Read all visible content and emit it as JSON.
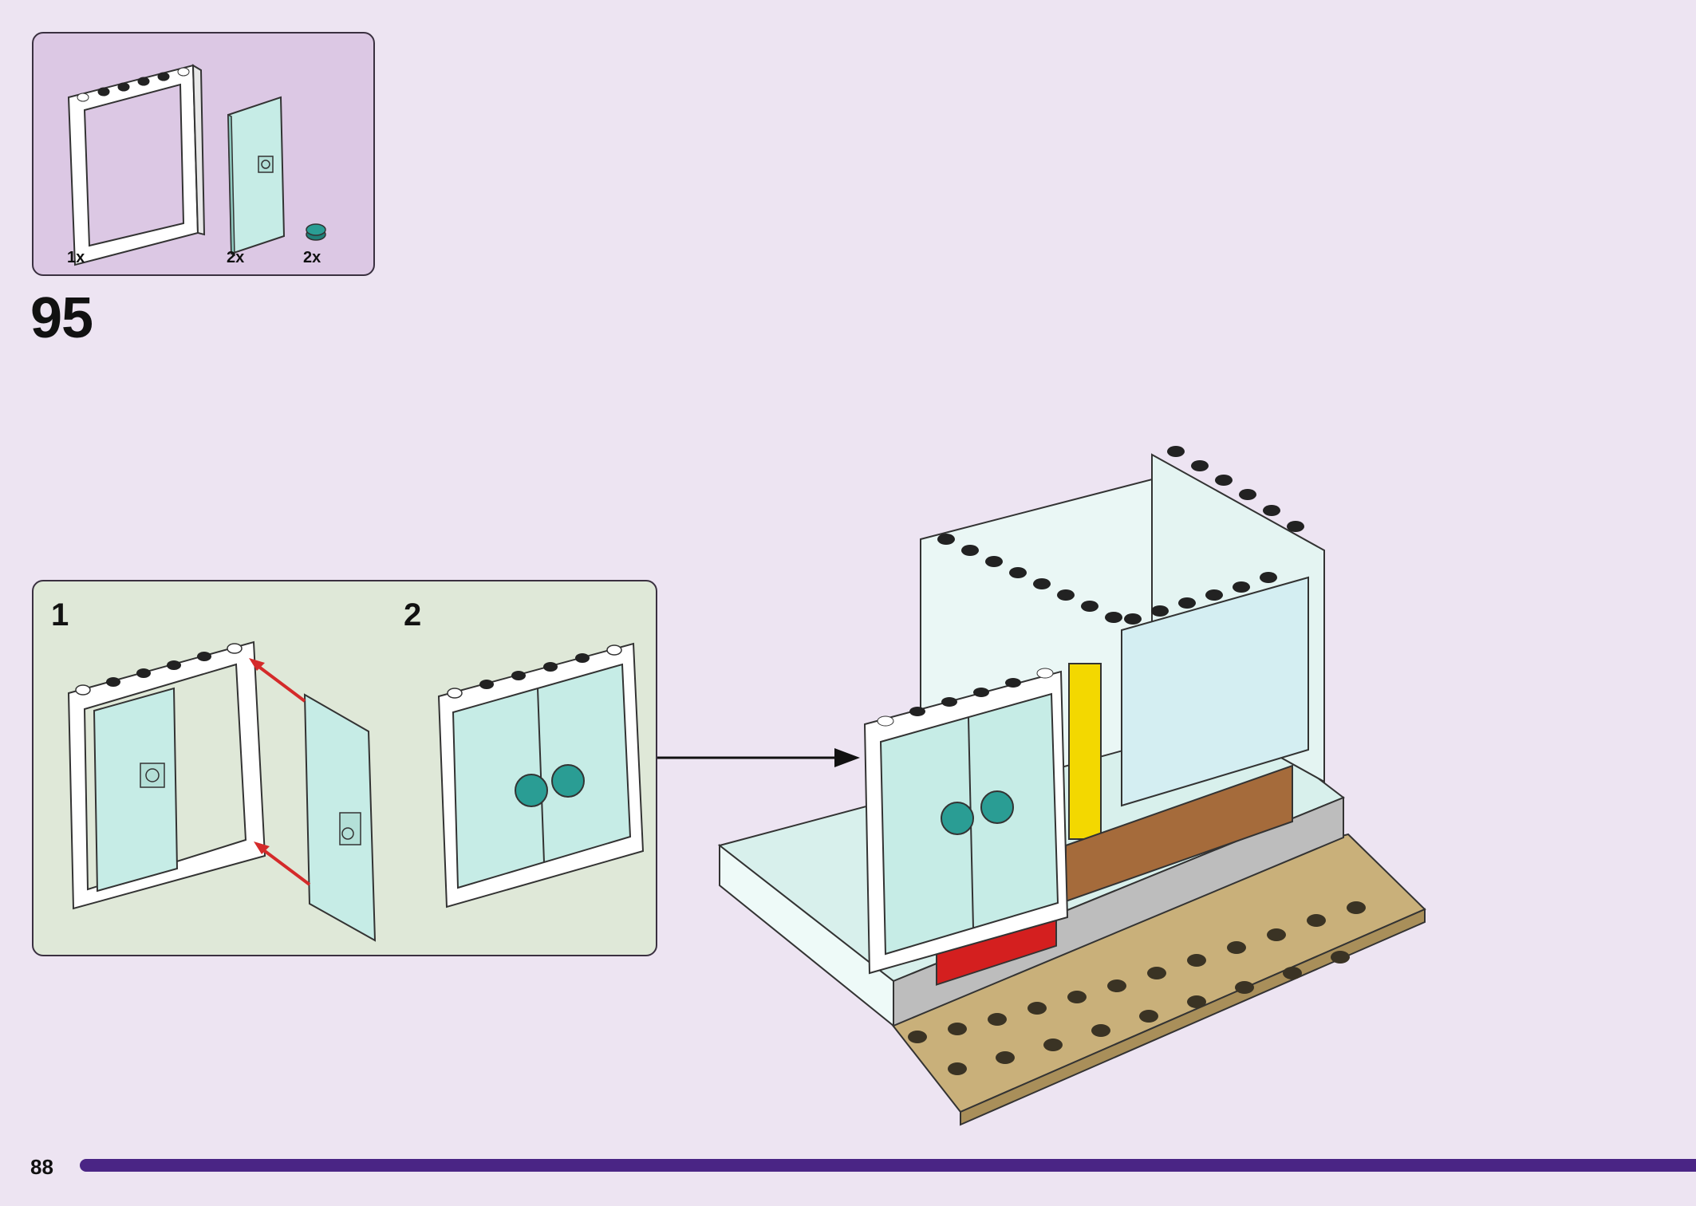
{
  "parts_list": {
    "items": [
      {
        "name": "door-frame",
        "quantity": "1x"
      },
      {
        "name": "door-panel",
        "quantity": "2x"
      },
      {
        "name": "round-tile",
        "quantity": "2x"
      }
    ]
  },
  "step": {
    "number": "95"
  },
  "substeps": [
    {
      "number": "1"
    },
    {
      "number": "2"
    }
  ],
  "page": {
    "number": "88"
  },
  "colors": {
    "parts_bg": "#dcc8e4",
    "substep_bg": "#dfe8d8",
    "progress": "#4a2585",
    "door_glass": "#c6ece6",
    "teal": "#2a9d94",
    "tan": "#c9b07a",
    "red_arrow": "#d42a2a"
  }
}
